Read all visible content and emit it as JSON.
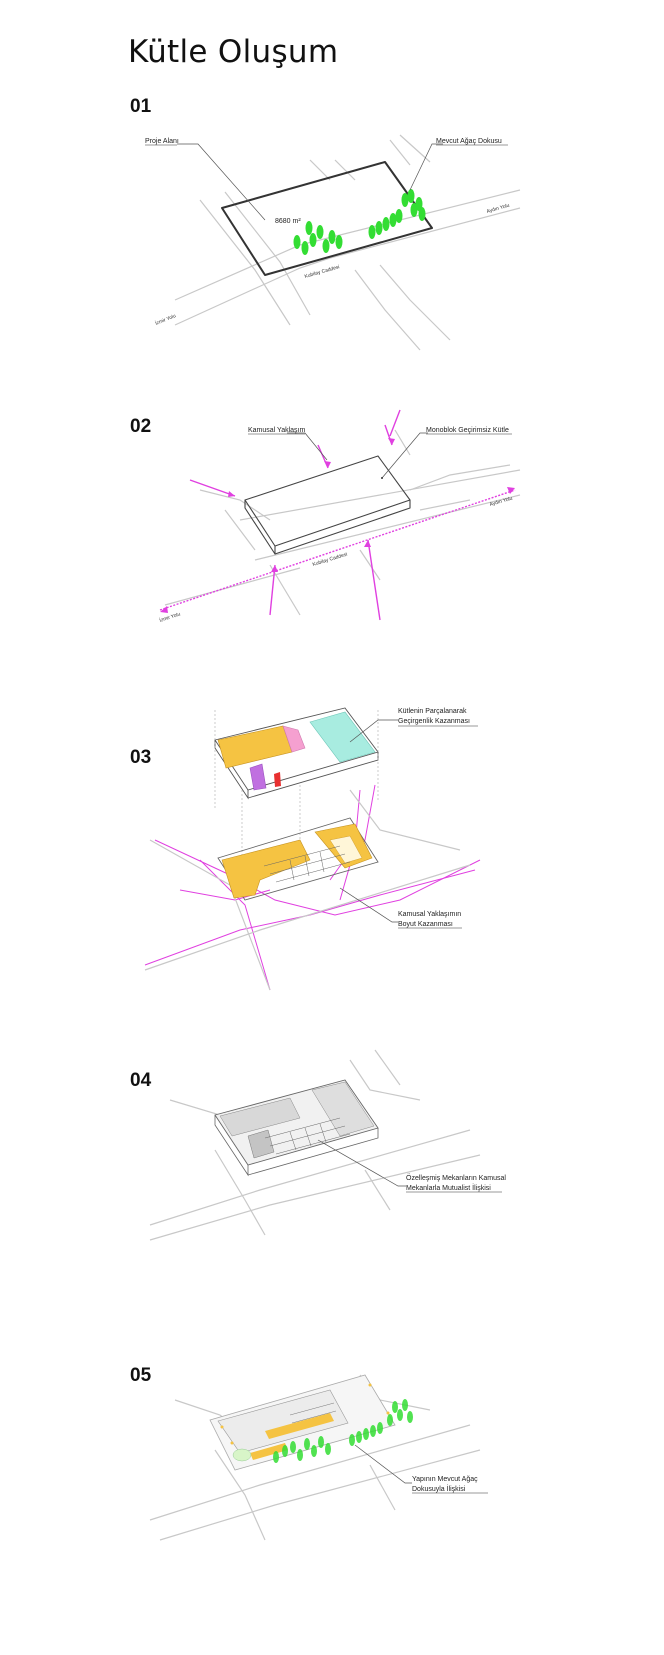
{
  "page_title": "Kütle Oluşum",
  "steps": [
    {
      "number": "01",
      "labels": {
        "project_area": "Proje Alanı",
        "area_value": "8680 m²",
        "tree_texture": "Mevcut Ağaç Dokusu",
        "street_main": "Kubilay Caddesi",
        "road_left": "İzmir Yolu",
        "road_right": "Aydın Yolu"
      }
    },
    {
      "number": "02",
      "labels": {
        "public_approach": "Kamusal Yaklaşım",
        "mass": "Monoblok Geçirimsiz Kütle",
        "street_main": "Kubilay Caddesi",
        "road_left": "İzmir Yolu",
        "road_right": "Aydın Yolu"
      }
    },
    {
      "number": "03",
      "labels": {
        "fragment_line1": "Kütlenin Parçalanarak",
        "fragment_line2": "Geçirgenlik Kazanması",
        "dimension_line1": "Kamusal Yaklaşımın",
        "dimension_line2": "Boyut Kazanması"
      }
    },
    {
      "number": "04",
      "labels": {
        "mutual_line1": "Özelleşmiş Mekanların Kamusal",
        "mutual_line2": "Mekanlarla Mutualist İlişkisi"
      }
    },
    {
      "number": "05",
      "labels": {
        "tree_rel_line1": "Yapının Mevcut Ağaç",
        "tree_rel_line2": "Dokusuyla İlişkisi"
      }
    }
  ],
  "colors": {
    "tree": "#33dd33",
    "public_path": "#e040e0",
    "zone_yellow": "#f5c342",
    "zone_pink": "#f5a0d0",
    "zone_cyan": "#a8ece0",
    "zone_purple": "#c070e0",
    "zone_red": "#e83030"
  }
}
